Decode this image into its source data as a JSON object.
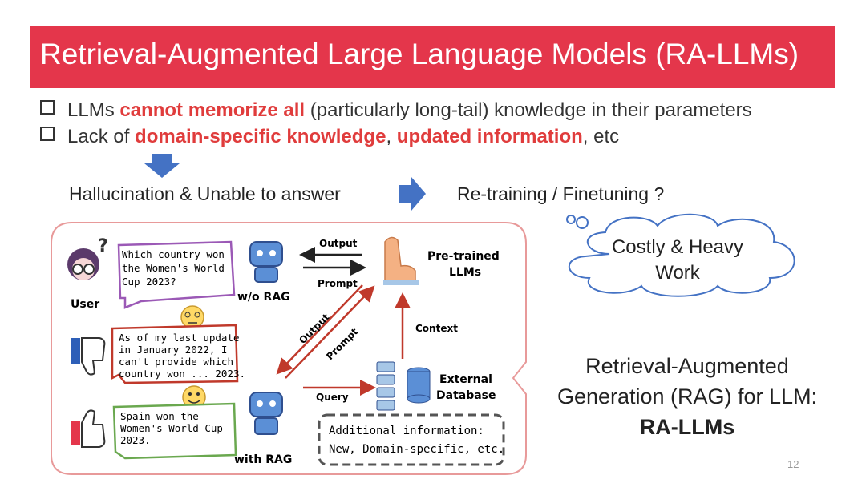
{
  "title": "Retrieval-Augmented Large Language Models (RA-LLMs)",
  "bullets": {
    "b1_pre": "LLMs ",
    "b1_red": "cannot memorize all",
    "b1_post": " (particularly long-tail) knowledge in their parameters",
    "b2_pre": "Lack of ",
    "b2_red1": "domain-specific knowledge",
    "b2_mid": ", ",
    "b2_red2": "updated information",
    "b2_post": ", etc"
  },
  "flow": {
    "hallucination": "Hallucination & Unable to answer",
    "retraining": "Re-training / Finetuning ?"
  },
  "cloud": {
    "line1": "Costly & Heavy",
    "line2": "Work"
  },
  "rag_summary": {
    "line1": "Retrieval-Augmented",
    "line2": "Generation (RAG) for LLM:",
    "line3": "RA-LLMs"
  },
  "diagram": {
    "user_label": "User",
    "question": [
      "Which country won",
      "the Women's World",
      "Cup 2023?"
    ],
    "wo_rag_label": "w/o RAG",
    "output_label": "Output",
    "prompt_label": "Prompt",
    "llm_label": [
      "Pre-trained",
      "LLMs"
    ],
    "bad_answer": [
      "As of my last update",
      "in January 2022, I",
      "can't provide which",
      "country won ... 2023."
    ],
    "diag_output": "Output",
    "diag_prompt": "Prompt",
    "context_label": "Context",
    "query_label": "Query",
    "db_label": [
      "External",
      "Database"
    ],
    "good_answer": [
      "Spain won the",
      "Women's World Cup",
      "2023."
    ],
    "with_rag_label": "with RAG",
    "additional": [
      "Additional information:",
      "New, Domain-specific, etc."
    ]
  },
  "page_number": "12",
  "colors": {
    "accent": "#e4364b",
    "highlight": "#e03c3c",
    "arrow_blue": "#4472c4",
    "diagram_red": "#c0392b"
  }
}
